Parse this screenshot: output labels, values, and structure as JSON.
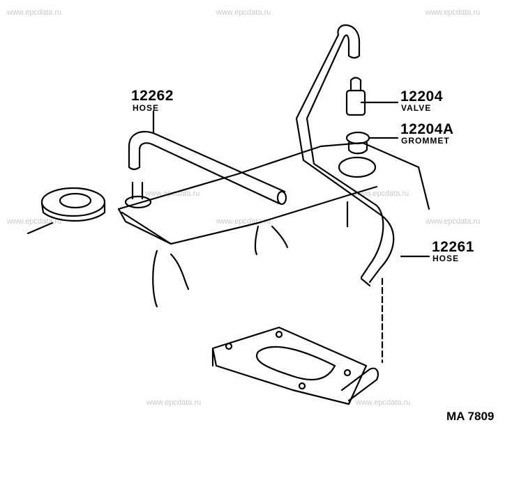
{
  "watermark": "www.epcdata.ru",
  "parts": [
    {
      "number": "12262",
      "name": "HOSE"
    },
    {
      "number": "12204",
      "name": "VALVE"
    },
    {
      "number": "12204A",
      "name": "GROMMET"
    },
    {
      "number": "12261",
      "name": "HOSE"
    }
  ],
  "diagram_code": "MA 7809"
}
